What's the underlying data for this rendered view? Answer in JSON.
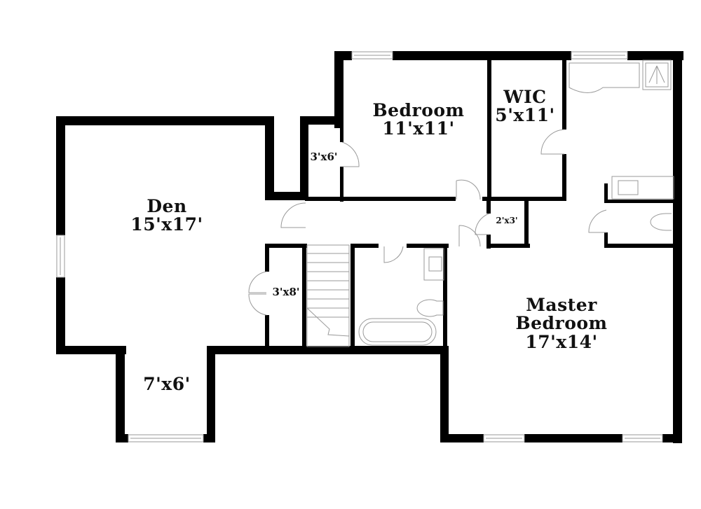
{
  "floorplan": {
    "rooms": [
      {
        "id": "den",
        "name": "Den",
        "dimensions": "15'x17'"
      },
      {
        "id": "den-alcove",
        "name": "",
        "dimensions": "7'x6'"
      },
      {
        "id": "bedroom",
        "name": "Bedroom",
        "dimensions": "11'x11'"
      },
      {
        "id": "closet-bedroom",
        "name": "",
        "dimensions": "3'x6'"
      },
      {
        "id": "wic",
        "name": "WIC",
        "dimensions": "5'x11'"
      },
      {
        "id": "linen-closet",
        "name": "",
        "dimensions": "2'x3'"
      },
      {
        "id": "hall-closet",
        "name": "",
        "dimensions": "3'x8'"
      },
      {
        "id": "master-bedroom",
        "name": "Master Bedroom",
        "name_line1": "Master",
        "name_line2": "Bedroom",
        "dimensions": "17'x14'"
      }
    ],
    "colors": {
      "wall": "#000000",
      "fixture_stroke": "#9a9a9a",
      "background": "#ffffff"
    }
  }
}
